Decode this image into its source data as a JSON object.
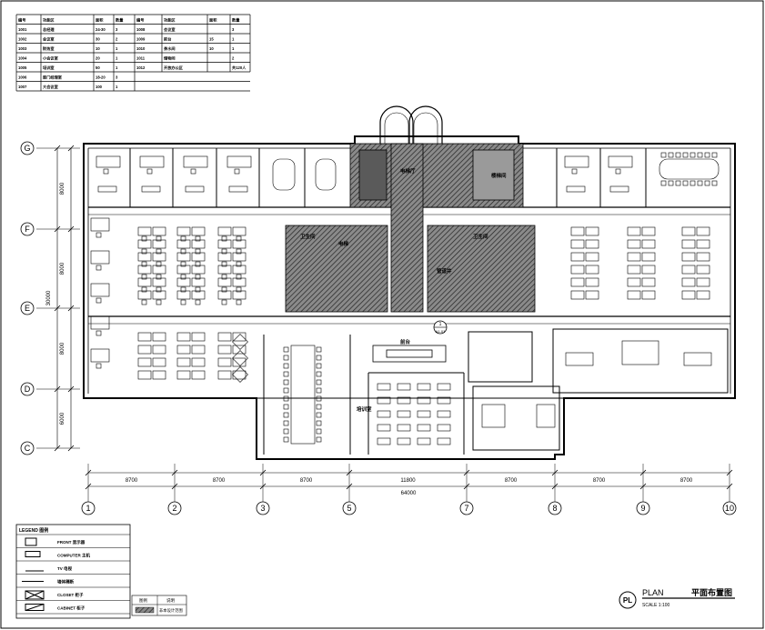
{
  "schedule": {
    "headers": [
      "编号",
      "功能区",
      "面积",
      "数量",
      "编号",
      "功能区",
      "面积",
      "数量"
    ],
    "rows": [
      [
        "1001",
        "总经理",
        "24-30",
        "3",
        "1008",
        "会议室",
        "",
        "3"
      ],
      [
        "1002",
        "会议室",
        "30",
        "2",
        "1009",
        "前台",
        "15",
        "1"
      ],
      [
        "1003",
        "财务室",
        "10",
        "1",
        "1010",
        "茶水间",
        "10",
        "1"
      ],
      [
        "1004",
        "小会议室",
        "20",
        "1",
        "1011",
        "储物间",
        "",
        "2"
      ],
      [
        "1005",
        "培训室",
        "50",
        "1",
        "1012",
        "开放办公区",
        "",
        "共120人"
      ],
      [
        "1006",
        "部门经理室",
        "18-20",
        "3",
        "",
        "",
        "",
        ""
      ],
      [
        "1007",
        "大会议室",
        "100",
        "1",
        "",
        "",
        "",
        ""
      ]
    ]
  },
  "grid": {
    "columns": [
      "1",
      "2",
      "3",
      "5",
      "7",
      "8",
      "9",
      "10"
    ],
    "rows": [
      "G",
      "F",
      "E",
      "D",
      "C"
    ],
    "col_dims": [
      "8700",
      "8700",
      "8700",
      "11800",
      "8700",
      "8700",
      "8700"
    ],
    "total_width": "64000",
    "row_dims": [
      "8000",
      "8000",
      "8000",
      "6000"
    ],
    "total_height": "30000"
  },
  "legend": {
    "title": "LEGEND 图例",
    "items": [
      {
        "icon": "monitor",
        "label": "FRONT 显示器"
      },
      {
        "icon": "computer",
        "label": "COMPUTER 主机"
      },
      {
        "icon": "tv",
        "label": "TV 电视"
      },
      {
        "icon": "line",
        "label": "墙体隔断"
      },
      {
        "icon": "cross-box",
        "label": "CLOSET 柜子"
      },
      {
        "icon": "diag-box",
        "label": "CABINET 柜子"
      }
    ],
    "table_headers": [
      "图例",
      "说明"
    ],
    "table_note": "非本设计范围"
  },
  "room_labels": {
    "lift_lobby": "电梯厅",
    "stair": "楼梯间",
    "toilet": "卫生间",
    "lift": "电梯",
    "well": "管道井",
    "training": "培训室",
    "reception": "前台"
  },
  "section_marker": {
    "num": "1",
    "ref": "A1-01"
  },
  "title_block": {
    "plan": "PLAN",
    "title": "平面布置图",
    "code": "PL",
    "scale": "SCALE  1:100"
  },
  "colors": {
    "line": "#000000",
    "wall": "#1a1a1a",
    "hatch_bg": "#8a8a8a"
  }
}
